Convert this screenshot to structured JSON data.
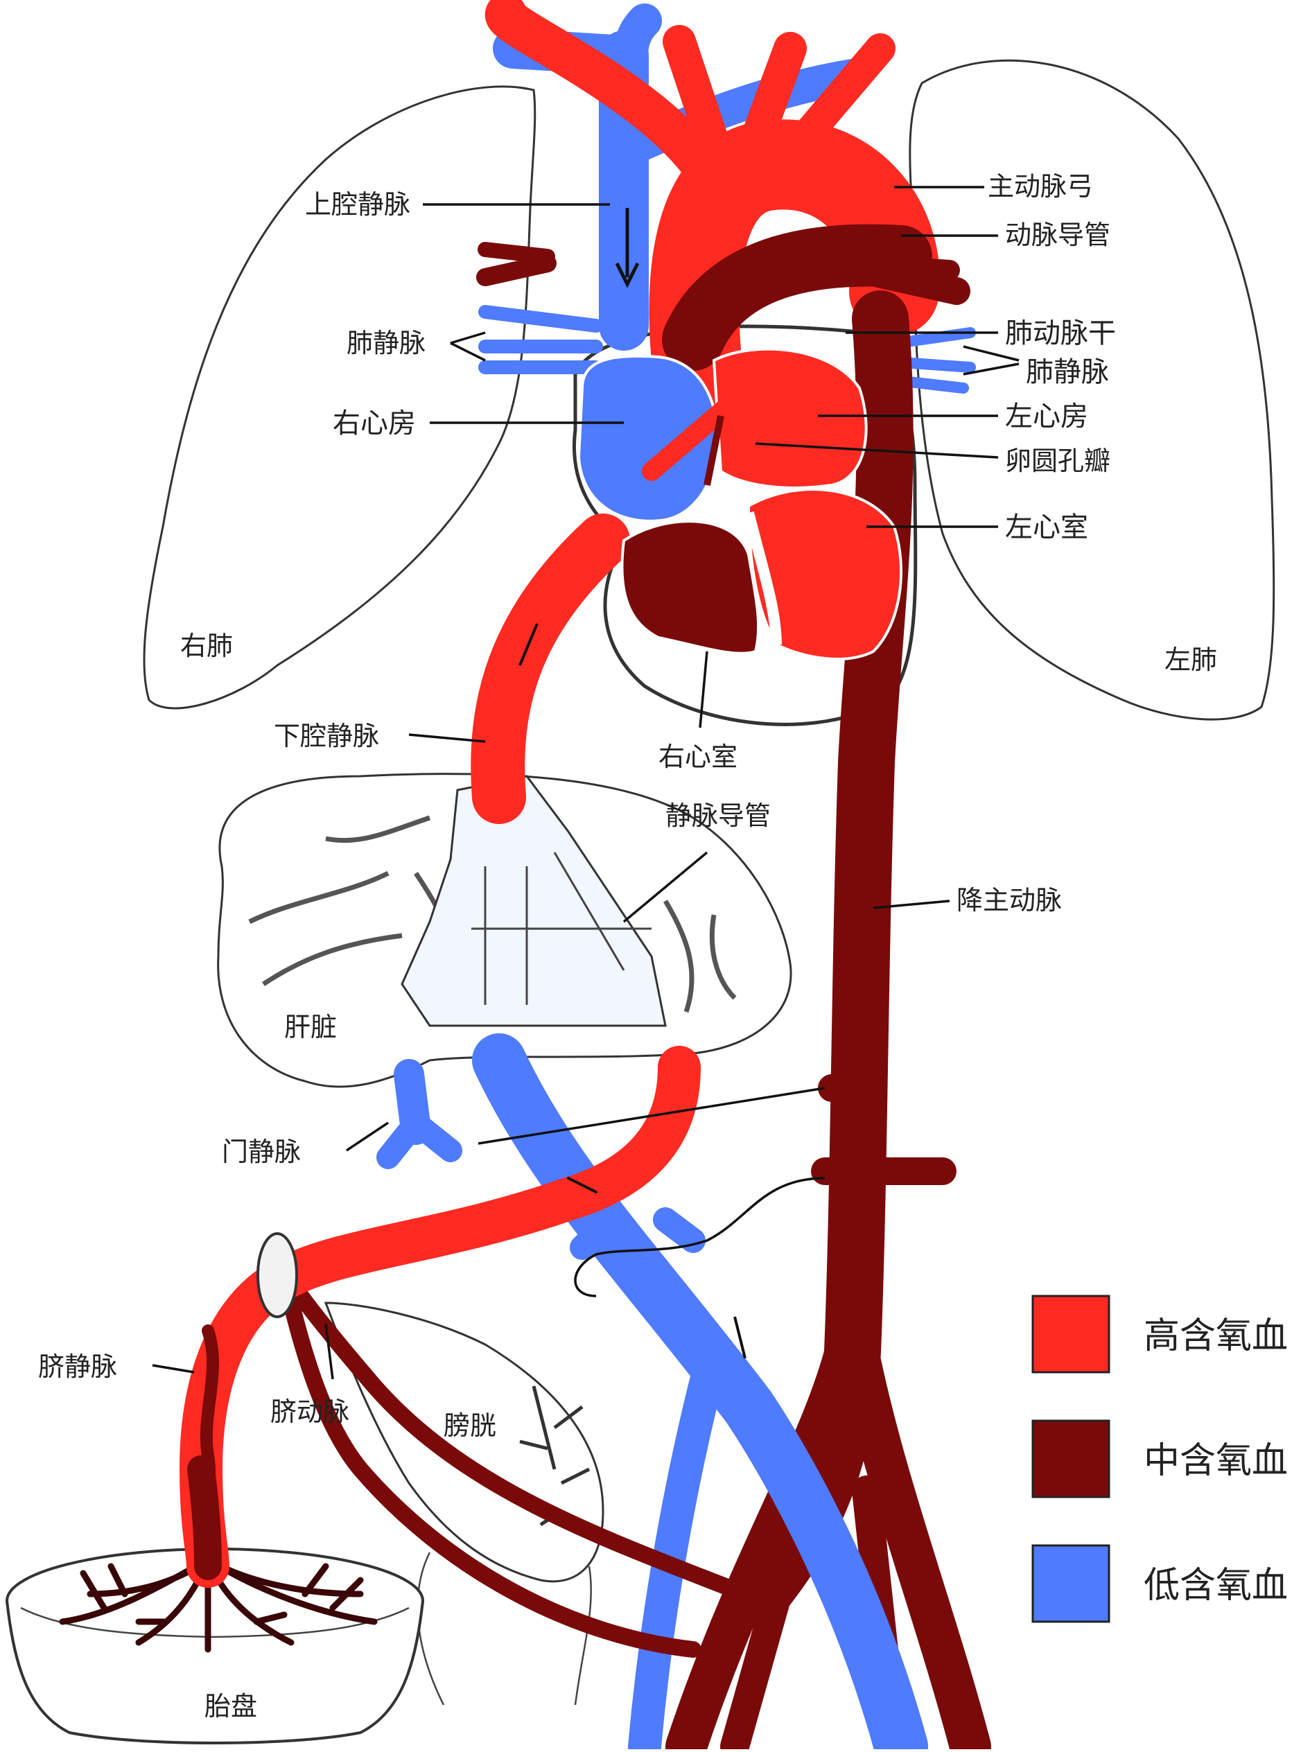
{
  "colors": {
    "high": "#ff2a22",
    "medium": "#7a0a0a",
    "low": "#4f7bff",
    "outline": "#333333",
    "liver_vessels": "#555555"
  },
  "labels": {
    "aortic_arch": "主动脉弓",
    "ductus_arteriosus": "动脉导管",
    "pulmonary_trunk": "肺动脉干",
    "pulmonary_veins_left": "肺静脉",
    "left_atrium": "左心房",
    "foramen_ovale": "卵圆孔瓣",
    "left_ventricle": "左心室",
    "superior_vena_cava": "上腔静脉",
    "pulmonary_veins_right": "肺静脉",
    "right_atrium": "右心房",
    "right_lung": "右肺",
    "left_lung": "左肺",
    "inferior_vena_cava": "下腔静脉",
    "right_ventricle": "右心室",
    "ductus_venosus": "静脉导管",
    "descending_aorta": "降主动脉",
    "liver": "肝脏",
    "portal_vein": "门静脉",
    "umbilical_vein": "脐静脉",
    "umbilical_artery": "脐动脉",
    "bladder": "膀胱",
    "placenta": "胎盘"
  },
  "legend": [
    {
      "label": "高含氧血",
      "color": "#ff2a22"
    },
    {
      "label": "中含氧血",
      "color": "#7a0a0a"
    },
    {
      "label": "低含氧血",
      "color": "#4f7bff"
    }
  ]
}
